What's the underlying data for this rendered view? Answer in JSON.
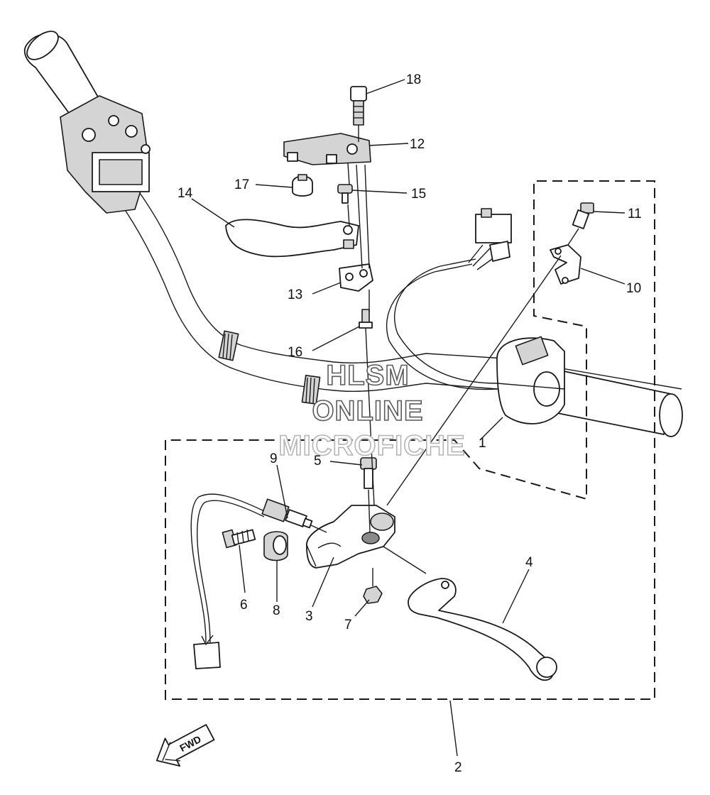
{
  "watermark": {
    "line1": "HLSM",
    "line2": "ONLINE",
    "line3": "MICROFICHE"
  },
  "direction_badge": {
    "text": "FWD"
  },
  "callouts": [
    {
      "num": "1",
      "name": "handlebar-switch"
    },
    {
      "num": "2",
      "name": "lever-assembly"
    },
    {
      "num": "3",
      "name": "lever-holder"
    },
    {
      "num": "4",
      "name": "lever"
    },
    {
      "num": "5",
      "name": "lever-bolt"
    },
    {
      "num": "6",
      "name": "adjuster-screw"
    },
    {
      "num": "7",
      "name": "nut"
    },
    {
      "num": "8",
      "name": "adjuster-nut"
    },
    {
      "num": "9",
      "name": "switch-cable"
    },
    {
      "num": "10",
      "name": "holder-clamp"
    },
    {
      "num": "11",
      "name": "clamp-screw"
    },
    {
      "num": "12",
      "name": "guard-bracket"
    },
    {
      "num": "13",
      "name": "plate"
    },
    {
      "num": "14",
      "name": "hand-guard"
    },
    {
      "num": "15",
      "name": "guard-bolt"
    },
    {
      "num": "16",
      "name": "screw"
    },
    {
      "num": "17",
      "name": "cap"
    },
    {
      "num": "18",
      "name": "bracket-bolt"
    }
  ]
}
